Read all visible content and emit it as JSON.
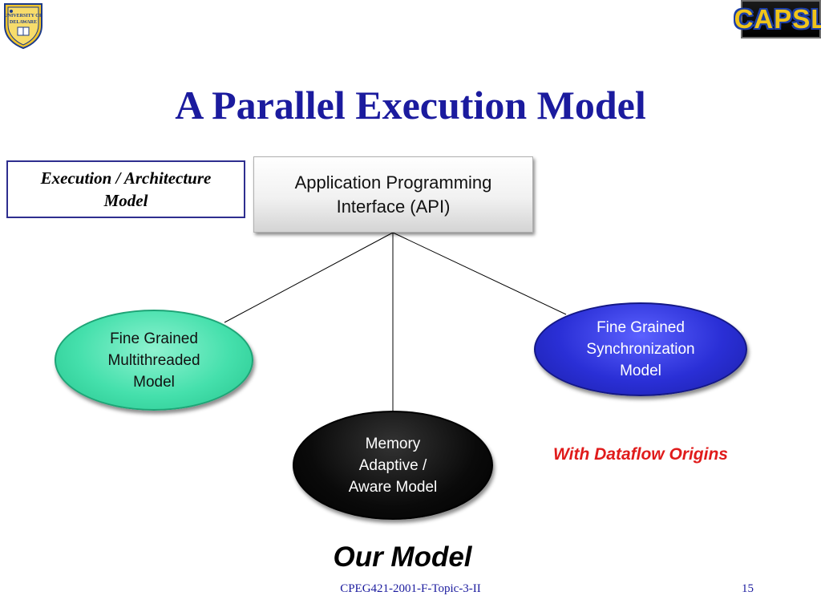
{
  "logos": {
    "ud_text": "UNIVERSITY OF DELAWARE",
    "capsl_text": "CAPSL"
  },
  "slide": {
    "title": "A Parallel Execution Model",
    "label_box": [
      "Execution / Architecture",
      "Model"
    ],
    "api_box": [
      "Application Programming",
      "Interface (API)"
    ],
    "nodes": {
      "multithreaded": [
        "Fine Grained",
        "Multithreaded",
        "Model"
      ],
      "synchronization": [
        "Fine Grained",
        "Synchronization",
        "Model"
      ],
      "memory": [
        "Memory",
        "Adaptive /",
        "Aware Model"
      ]
    },
    "dataflow_note": "With Dataflow Origins",
    "our_model": "Our Model"
  },
  "footer": {
    "course": "CPEG421-2001-F-Topic-3-II",
    "page_number": "15"
  },
  "colors": {
    "title": "#1b1b9e",
    "multithreaded_fill": "#45e0ac",
    "synchronization_fill": "#2a2fd6",
    "memory_fill": "#000000",
    "note": "#e01b1b"
  }
}
